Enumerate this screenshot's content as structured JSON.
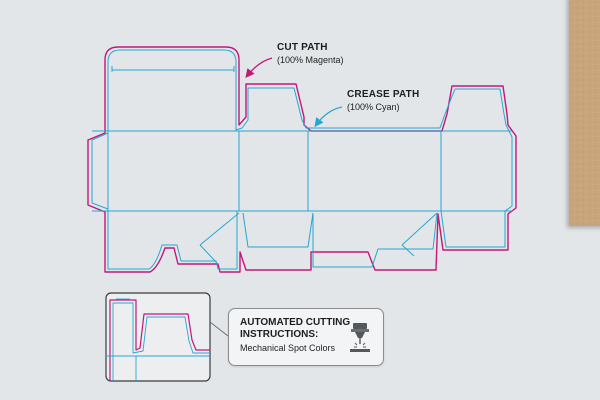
{
  "labels": {
    "cut_path": {
      "title": "CUT PATH",
      "subtitle": "(100% Magenta)"
    },
    "crease_path": {
      "title": "CREASE PATH",
      "subtitle": "(100% Cyan)"
    }
  },
  "callout": {
    "title": "AUTOMATED CUTTING INSTRUCTIONS:",
    "subtitle": "Mechanical Spot Colors",
    "icon": "laser-cutter-icon"
  },
  "colors": {
    "background": "#e3e6e8",
    "cut": "#c2187a",
    "crease": "#27a6d3",
    "cardboard": "#c9a57c",
    "label_text": "#1e1e1e"
  }
}
